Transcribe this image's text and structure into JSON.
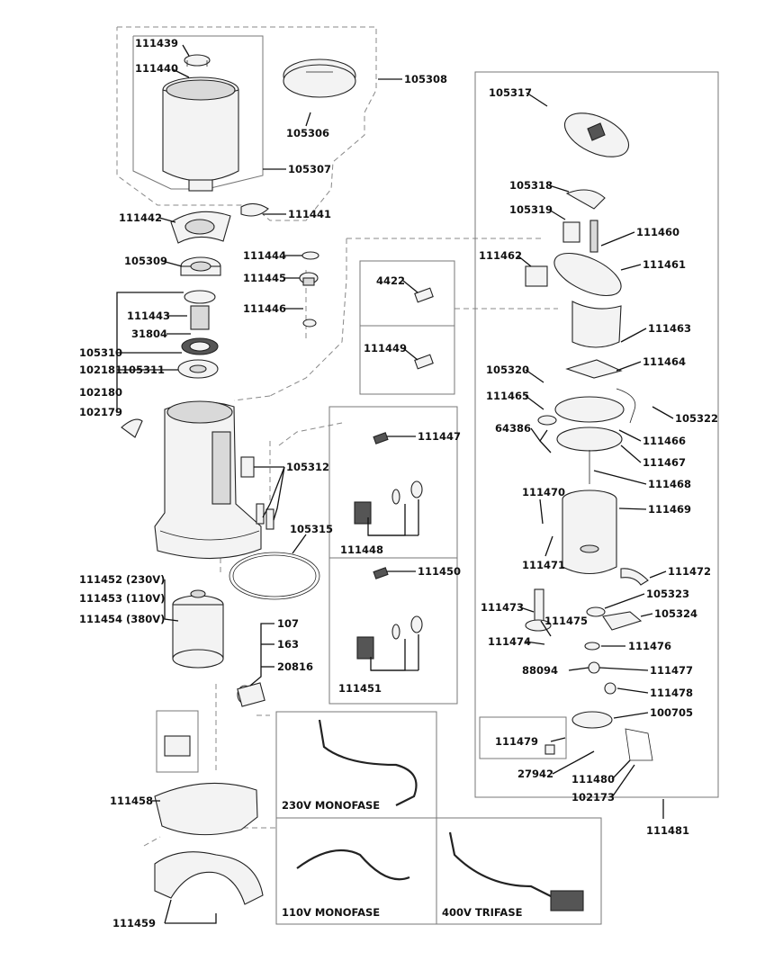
{
  "labels": {
    "p111439": "111439",
    "p111440": "111440",
    "p105308": "105308",
    "p105306": "105306",
    "p105307": "105307",
    "p111441": "111441",
    "p111442": "111442",
    "p111444": "111444",
    "p105309": "105309",
    "p111445": "111445",
    "p111446": "111446",
    "p111443": "111443",
    "p31804": "31804",
    "p105310": "105310",
    "p102181": "102181",
    "p105311": "105311",
    "p102180": "102180",
    "p102179": "102179",
    "p4422": "4422",
    "p111449": "111449",
    "p111447": "111447",
    "p105312": "105312",
    "p111448": "111448",
    "p105315": "105315",
    "p111450": "111450",
    "p111452": "111452 (230V)",
    "p111453": "111453 (110V)",
    "p111454": "111454 (380V)",
    "p107": "107",
    "p163": "163",
    "p20816": "20816",
    "p111451": "111451",
    "p111458": "111458",
    "p111459": "111459",
    "p105317": "105317",
    "p105318": "105318",
    "p105319": "105319",
    "p111460": "111460",
    "p111462": "111462",
    "p111461": "111461",
    "p111463": "111463",
    "p105320": "105320",
    "p111464": "111464",
    "p111465": "111465",
    "p105322": "105322",
    "p64386": "64386",
    "p111466": "111466",
    "p111467": "111467",
    "p111468": "111468",
    "p111470": "111470",
    "p111469": "111469",
    "p111471": "111471",
    "p111472": "111472",
    "p111473": "111473",
    "p105323": "105323",
    "p111475": "111475",
    "p105324": "105324",
    "p111474": "111474",
    "p111476": "111476",
    "p88094": "88094",
    "p111477": "111477",
    "p111478": "111478",
    "p100705": "100705",
    "p111479": "111479",
    "p27942": "27942",
    "p111480": "111480",
    "p102173": "102173",
    "p111481": "111481"
  },
  "captions": {
    "v230": "230V MONOFASE",
    "v110": "110V MONOFASE",
    "v400": "400V TRIFASE"
  }
}
